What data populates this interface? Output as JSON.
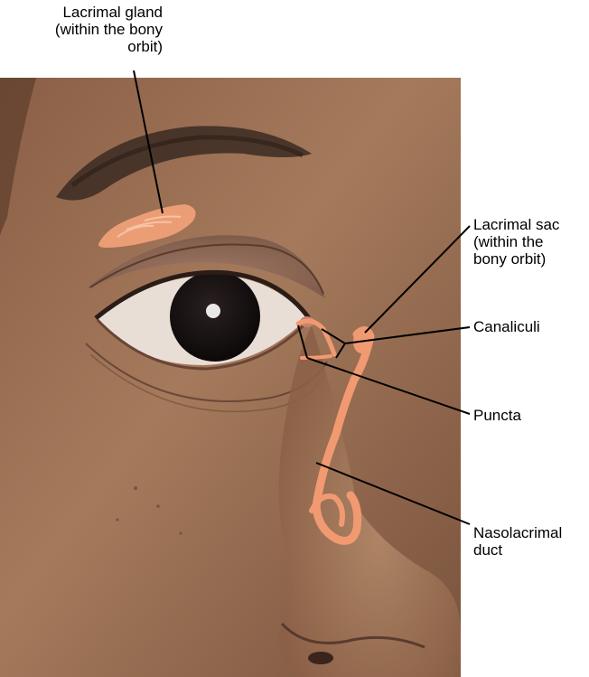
{
  "labels": {
    "lacrimal_gland": [
      "Lacrimal gland",
      "(within the bony",
      "orbit)"
    ],
    "lacrimal_sac": [
      "Lacrimal sac",
      "(within the",
      "bony orbit)"
    ],
    "canaliculi": [
      "Canaliculi"
    ],
    "puncta": [
      "Puncta"
    ],
    "nasolacrimal_duct": [
      "Nasolacrimal",
      "duct"
    ]
  },
  "colors": {
    "skin": "#9b6e52",
    "skin_dark": "#6e4a35",
    "brow": "#3b2a22",
    "gland": "#f2a27a",
    "duct": "#f19a72",
    "leader": "#000000"
  }
}
